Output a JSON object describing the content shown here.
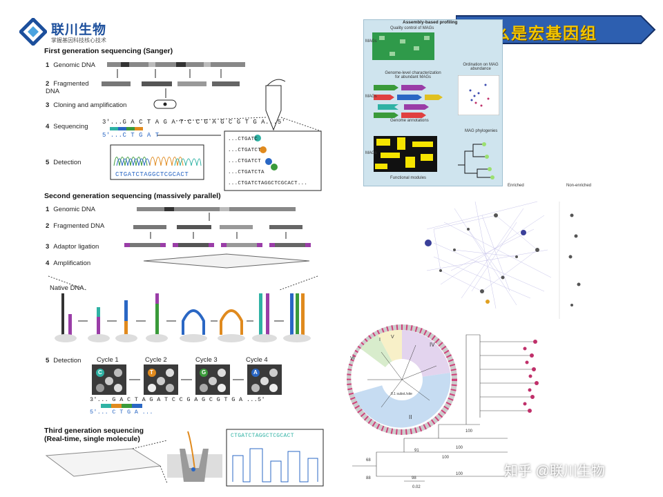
{
  "logo": {
    "name": "联川生物",
    "tagline": "掌握基因科技核心技术"
  },
  "banner": {
    "title": "什么是宏基因组"
  },
  "first_gen": {
    "title": "First generation sequencing (Sanger)",
    "steps": [
      {
        "num": "1",
        "label": "Genomic DNA"
      },
      {
        "num": "2",
        "label": "Fragmented DNA"
      },
      {
        "num": "3",
        "label": "Cloning and amplification"
      },
      {
        "num": "4",
        "label": "Sequencing"
      },
      {
        "num": "5",
        "label": "Detection"
      }
    ],
    "seq_top": "3'...G A C T A G A T C C G A G C G T G A...5'",
    "seq_bottom": "5'...C T G A T",
    "readouts": [
      "...CTGATC",
      "...CTGATCT",
      "...CTGATCT",
      "...CTGATCTA",
      "...CTGATCTAGGCTCGCACT..."
    ],
    "trace_seq": "CTGATCTAGGCTCGCACT"
  },
  "second_gen": {
    "title": "Second generation sequencing (massively parallel)",
    "steps": [
      {
        "num": "1",
        "label": "Genomic DNA"
      },
      {
        "num": "2",
        "label": "Fragmented DNA"
      },
      {
        "num": "3",
        "label": "Adaptor ligation"
      },
      {
        "num": "4",
        "label": "Amplification"
      },
      {
        "num": "5",
        "label": "Detection"
      }
    ],
    "native_dna": "Native DNA",
    "cycles": [
      "Cycle 1",
      "Cycle 2",
      "Cycle 3",
      "Cycle 4"
    ],
    "cycle_letters": [
      "C",
      "T",
      "G",
      "A"
    ],
    "seq_top": "3'... G A C T A G A T C C G A G C G T G A ...5'",
    "seq_bottom": "5'... C T G A ..."
  },
  "third_gen": {
    "title_line1": "Third generation sequencing",
    "title_line2": "(Real-time, single molecule)",
    "trace_seq": "CTGATCTAGGCTCGCACT"
  },
  "profiling": {
    "title": "Assembly-based profiling",
    "qc_label": "Quality control of MAGs",
    "char_label": "Genome-level characterization for abundant MAGs",
    "annot_label": "Genome annotations",
    "ordination_label": "Ordination on MAG abundance",
    "phylo_label": "MAG phylogenies",
    "func_label": "Functional modules",
    "axis_label": "MAGs"
  },
  "network": {
    "label_left": "Enriched",
    "label_right": "Non-enriched"
  },
  "tree": {
    "clades": [
      "I",
      "II",
      "IV",
      "V",
      "VI"
    ],
    "scale_circ": "0.1 subst./site",
    "bootstraps": [
      "91",
      "100",
      "100",
      "100",
      "88",
      "100",
      "68",
      "98"
    ],
    "scale": "0.02"
  },
  "watermark": {
    "text": "知乎 @联川生物"
  },
  "colors": {
    "brand_blue": "#1c4f9c",
    "banner_blue": "#2d5fb0",
    "banner_text": "#f2c500",
    "base_A": "#2a67c4",
    "base_C": "#2fb2a4",
    "base_G": "#3a9a3a",
    "base_T": "#e08a1e",
    "purple": "#9a3da7"
  }
}
